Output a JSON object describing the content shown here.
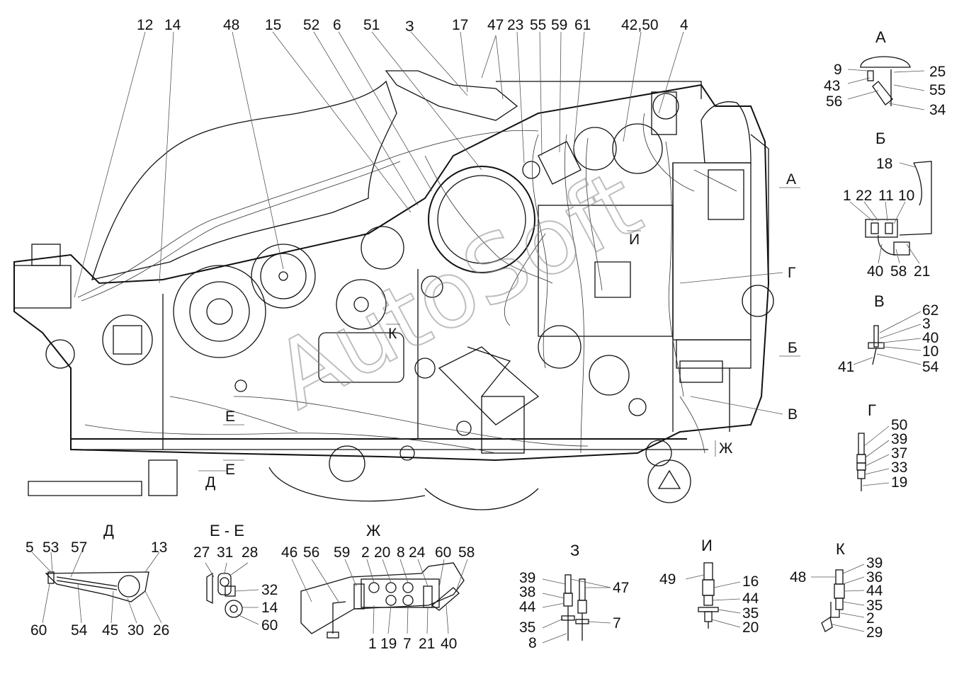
{
  "watermark": "AutoSoft",
  "main": {
    "top_labels": [
      "12",
      "14",
      "48",
      "15",
      "52",
      "6",
      "51",
      "З",
      "17",
      "47",
      "23",
      "55",
      "59",
      "61",
      "42,50",
      "4"
    ],
    "side_labels": {
      "a": "А",
      "b": "Б",
      "g": "Г",
      "v": "В",
      "i": "И",
      "k": "К",
      "zh": "Ж",
      "e1": "Е",
      "e2": "Е",
      "d": "Д"
    }
  },
  "views": {
    "A": {
      "title": "А",
      "labels": [
        "9",
        "43",
        "56",
        "25",
        "55",
        "34"
      ]
    },
    "B": {
      "title": "Б",
      "labels": [
        "18",
        "1",
        "22",
        "11",
        "10",
        "40",
        "58",
        "21"
      ]
    },
    "V": {
      "title": "В",
      "labels": [
        "62",
        "3",
        "40",
        "10",
        "54",
        "41"
      ]
    },
    "G": {
      "title": "Г",
      "labels": [
        "50",
        "39",
        "37",
        "33",
        "19"
      ]
    },
    "D": {
      "title": "Д",
      "labels": [
        "5",
        "53",
        "57",
        "13",
        "60",
        "54",
        "45",
        "30",
        "26"
      ]
    },
    "EE": {
      "title": "Е - Е",
      "labels": [
        "27",
        "31",
        "28",
        "32",
        "14",
        "60"
      ]
    },
    "ZH": {
      "title": "Ж",
      "labels": [
        "46",
        "56",
        "59",
        "2",
        "20",
        "8",
        "24",
        "60",
        "58",
        "1",
        "19",
        "7",
        "21",
        "40"
      ]
    },
    "Z": {
      "title": "З",
      "labels": [
        "39",
        "38",
        "44",
        "35",
        "8",
        "47",
        "7"
      ]
    },
    "I": {
      "title": "И",
      "labels": [
        "49",
        "16",
        "44",
        "35",
        "20"
      ]
    },
    "K": {
      "title": "К",
      "labels": [
        "48",
        "39",
        "36",
        "44",
        "35",
        "2",
        "29"
      ]
    }
  }
}
